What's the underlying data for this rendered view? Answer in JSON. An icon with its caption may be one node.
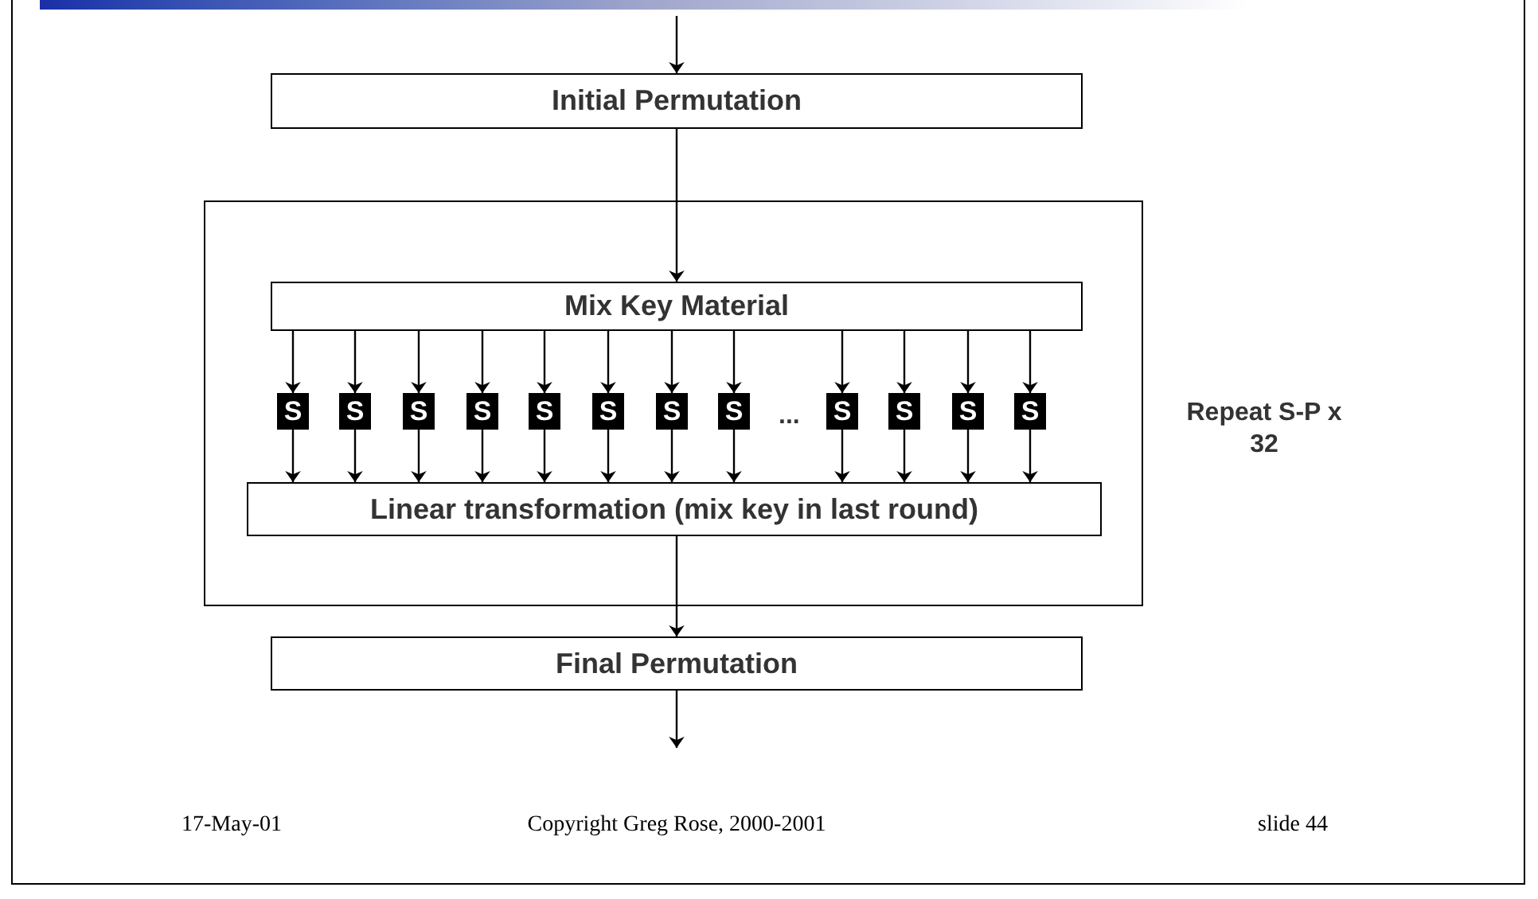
{
  "diagram": {
    "nodes": [
      {
        "text": [
          "Initial Permutation"
        ]
      },
      {
        "text": [],
        "shape": "box",
        "beside": [
          "Repeat S-P x 32"
        ]
      },
      {
        "text": [
          "Mix Key Material"
        ],
        "in": 1
      },
      {
        "text": [
          "S"
        ],
        "in": 1
      },
      {
        "text": [
          "S"
        ],
        "in": 1
      },
      {
        "text": [
          "S"
        ],
        "in": 1
      },
      {
        "text": [
          "S"
        ],
        "in": 1
      },
      {
        "text": [
          "S"
        ],
        "in": 1
      },
      {
        "text": [
          "S"
        ],
        "in": 1
      },
      {
        "text": [
          "S"
        ],
        "in": 1
      },
      {
        "text": [
          "S"
        ],
        "in": 1
      },
      {
        "text": [
          "S"
        ],
        "in": 1
      },
      {
        "text": [
          "S"
        ],
        "in": 1
      },
      {
        "text": [
          "S"
        ],
        "in": 1
      },
      {
        "text": [
          "S"
        ],
        "in": 1
      },
      {
        "text": [
          "Linear transformation (mix key in last round)"
        ],
        "in": 1
      },
      {
        "text": [
          "Final Permutation"
        ]
      }
    ],
    "edges": [
      {
        "from": null,
        "to": 0,
        "arrow": "to"
      },
      {
        "from": 0,
        "to": 2,
        "arrow": "to"
      },
      {
        "from": 2,
        "to": 3,
        "arrow": "to"
      },
      {
        "from": 2,
        "to": 4,
        "arrow": "to"
      },
      {
        "from": 2,
        "to": 5,
        "arrow": "to"
      },
      {
        "from": 2,
        "to": 6,
        "arrow": "to"
      },
      {
        "from": 2,
        "to": 7,
        "arrow": "to"
      },
      {
        "from": 2,
        "to": 8,
        "arrow": "to"
      },
      {
        "from": 2,
        "to": 9,
        "arrow": "to"
      },
      {
        "from": 2,
        "to": 10,
        "arrow": "to"
      },
      {
        "from": 2,
        "to": 11,
        "arrow": "to"
      },
      {
        "from": 2,
        "to": 12,
        "arrow": "to"
      },
      {
        "from": 2,
        "to": 13,
        "arrow": "to"
      },
      {
        "from": 2,
        "to": 14,
        "arrow": "to"
      },
      {
        "from": 3,
        "to": 15,
        "arrow": "to"
      },
      {
        "from": 4,
        "to": 15,
        "arrow": "to"
      },
      {
        "from": 5,
        "to": 15,
        "arrow": "to"
      },
      {
        "from": 6,
        "to": 15,
        "arrow": "to"
      },
      {
        "from": 7,
        "to": 15,
        "arrow": "to"
      },
      {
        "from": 8,
        "to": 15,
        "arrow": "to"
      },
      {
        "from": 9,
        "to": 15,
        "arrow": "to"
      },
      {
        "from": 10,
        "to": 15,
        "arrow": "to"
      },
      {
        "from": 11,
        "to": 15,
        "arrow": "to"
      },
      {
        "from": 12,
        "to": 15,
        "arrow": "to"
      },
      {
        "from": 13,
        "to": 15,
        "arrow": "to"
      },
      {
        "from": 14,
        "to": 15,
        "arrow": "to"
      },
      {
        "from": 15,
        "to": 16,
        "arrow": "to"
      },
      {
        "from": 16,
        "to": null,
        "arrow": "to"
      }
    ],
    "labels": [
      "...",
      "17-May-01",
      "Copyright Greg Rose, 2000-2001",
      "slide 44"
    ]
  }
}
